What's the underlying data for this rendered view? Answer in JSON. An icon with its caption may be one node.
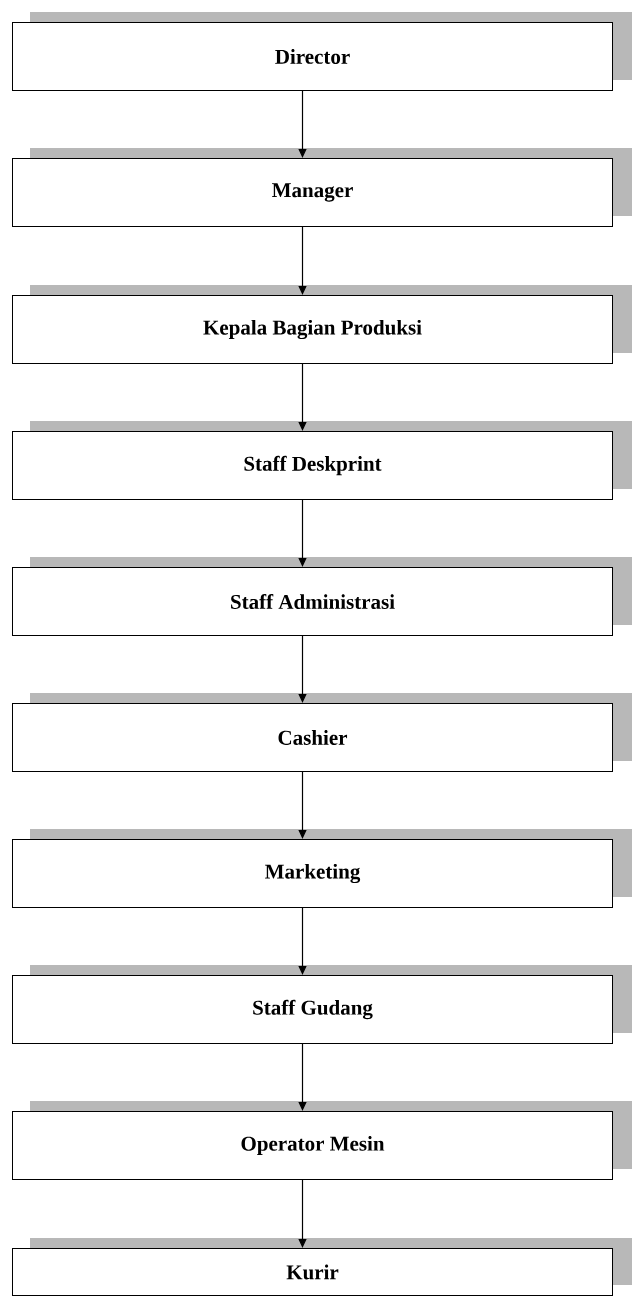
{
  "diagram": {
    "nodes": [
      {
        "text": [
          "Director"
        ]
      },
      {
        "text": [
          "Manager"
        ]
      },
      {
        "text": [
          "Kepala Bagian Produksi"
        ]
      },
      {
        "text": [
          "Staff Deskprint"
        ]
      },
      {
        "text": [
          "Staff Administrasi"
        ]
      },
      {
        "text": [
          "Cashier"
        ]
      },
      {
        "text": [
          "Marketing"
        ]
      },
      {
        "text": [
          "Staff Gudang"
        ]
      },
      {
        "text": [
          "Operator Mesin"
        ]
      },
      {
        "text": [
          "Kurir"
        ]
      }
    ],
    "edges": [
      {
        "from": 0,
        "to": 1,
        "arrow": "to"
      },
      {
        "from": 1,
        "to": 2,
        "arrow": "to"
      },
      {
        "from": 2,
        "to": 3,
        "arrow": "to"
      },
      {
        "from": 3,
        "to": 4,
        "arrow": "to"
      },
      {
        "from": 4,
        "to": 5,
        "arrow": "to"
      },
      {
        "from": 5,
        "to": 6,
        "arrow": "to"
      },
      {
        "from": 6,
        "to": 7,
        "arrow": "to"
      },
      {
        "from": 7,
        "to": 8,
        "arrow": "to"
      },
      {
        "from": 8,
        "to": 9,
        "arrow": "to"
      }
    ]
  }
}
